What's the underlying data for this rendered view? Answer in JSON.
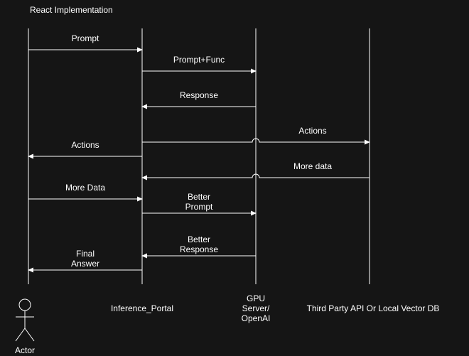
{
  "title": "React Implementation",
  "participants": {
    "actor": "Actor",
    "portal": "Inference_Portal",
    "gpu": [
      "GPU",
      "Server/",
      "OpenAI"
    ],
    "third_party": "Third Party API Or Local Vector DB"
  },
  "messages": [
    {
      "label": [
        "Prompt"
      ],
      "from": "actor",
      "to": "portal"
    },
    {
      "label": [
        "Prompt+Func"
      ],
      "from": "portal",
      "to": "gpu"
    },
    {
      "label": [
        "Response"
      ],
      "from": "gpu",
      "to": "portal"
    },
    {
      "label": [
        "Actions"
      ],
      "from": "portal",
      "to": "third_party"
    },
    {
      "label": [
        "Actions"
      ],
      "from": "portal",
      "to": "actor"
    },
    {
      "label": [
        "More data"
      ],
      "from": "third_party",
      "to": "portal"
    },
    {
      "label": [
        "More Data"
      ],
      "from": "actor",
      "to": "portal"
    },
    {
      "label": [
        "Better",
        "Prompt"
      ],
      "from": "portal",
      "to": "gpu"
    },
    {
      "label": [
        "Better",
        "Response"
      ],
      "from": "gpu",
      "to": "portal"
    },
    {
      "label": [
        "Final",
        "Answer"
      ],
      "from": "portal",
      "to": "actor"
    }
  ],
  "colors": {
    "background": "#151515",
    "line": "#ffffff"
  }
}
